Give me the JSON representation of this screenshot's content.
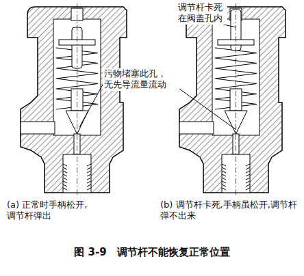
{
  "diagram": {
    "caption": "图 3-9　调节杆不能恢复正常位置",
    "labels": [
      "调节杆卡死在阀盖孔内",
      "污物堵塞此孔，无先导流量流动",
      "(a) 正常时手柄松开,调节杆弹出",
      "(b) 调节杆卡死,手柄虽松开,调节杆弹不出来"
    ]
  }
}
